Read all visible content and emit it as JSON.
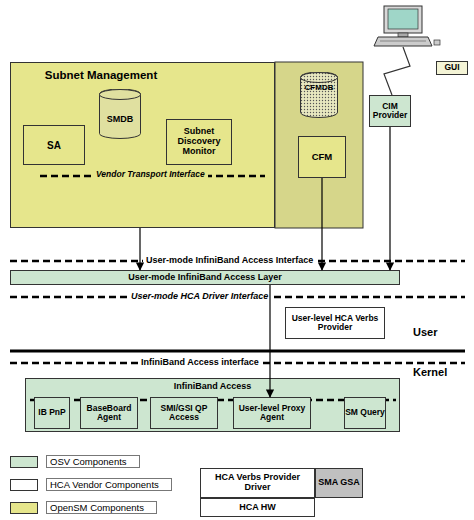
{
  "diagram": {
    "nodes": [
      {
        "text": [
          "Subnet Management"
        ]
      },
      {
        "text": [
          "SA"
        ],
        "in": 0
      },
      {
        "text": [
          "SMDB"
        ],
        "in": 0
      },
      {
        "text": [
          "Subnet Discovery Monitor"
        ],
        "in": 0
      },
      {
        "text": [
          "CFMDB"
        ]
      },
      {
        "text": [
          "CFM"
        ]
      },
      {
        "text": [
          "GUI"
        ]
      },
      {
        "text": [
          "CIM Provider"
        ]
      },
      {
        "text": [
          "User-mode InfiniBand Access Layer"
        ]
      },
      {
        "text": [
          "User-level HCA Verbs Provider"
        ]
      },
      {
        "text": [
          "InfiniBand Access"
        ]
      },
      {
        "text": [
          "IB PnP"
        ],
        "in": 10
      },
      {
        "text": [
          "BaseBoard Agent"
        ],
        "in": 10
      },
      {
        "text": [
          "SMI/GSI QP Access"
        ],
        "in": 10
      },
      {
        "text": [
          "User-level Proxy Agent"
        ],
        "in": 10
      },
      {
        "text": [
          "SM Query"
        ],
        "in": 10
      },
      {
        "text": [
          "HCA Verbs Provider Driver"
        ]
      },
      {
        "text": [
          "SMA GSA"
        ]
      },
      {
        "text": [
          "HCA HW"
        ]
      }
    ],
    "edges": [
      {
        "from": 0,
        "to": 8,
        "arrow": "to"
      },
      {
        "from": 5,
        "to": 8,
        "arrow": "to"
      },
      {
        "from": 7,
        "to": 8,
        "arrow": "to"
      },
      {
        "from": 8,
        "to": 14,
        "arrow": "to"
      }
    ],
    "labels": [
      "Vendor Transport Interface",
      "User-mode InfiniBand Access Interface",
      "User-mode HCA Driver Interface",
      "User",
      "InfiniBand Access interface",
      "Kernel"
    ],
    "legend": [
      {
        "text": "OSV Components",
        "color": "#cde6d0"
      },
      {
        "text": "HCA Vendor Components",
        "color": "#ffffff"
      },
      {
        "text": "OpenSM Components",
        "color": "#e6e68c"
      }
    ]
  }
}
